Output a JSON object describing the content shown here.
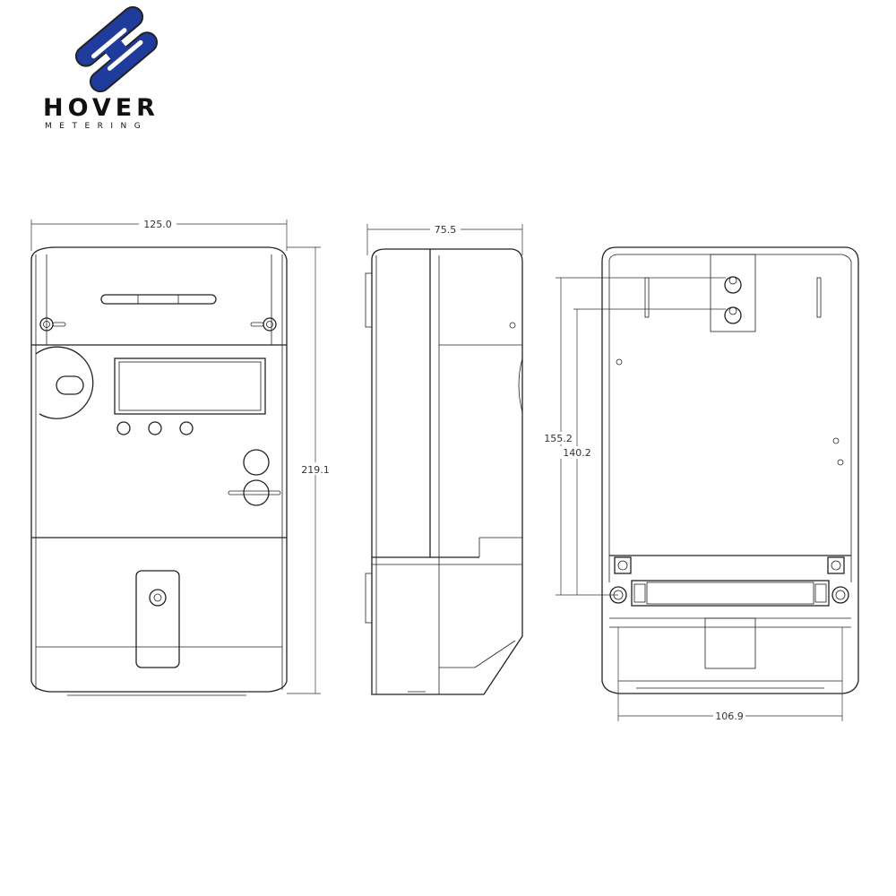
{
  "logo": {
    "brand": "HOVER",
    "tagline": "METERING",
    "colors": {
      "mark": "#1f3c9c",
      "text": "#111111",
      "accent": "#1f3c9c"
    }
  },
  "dimensions": {
    "front_width": "125.0",
    "front_height": "219.1",
    "side_depth": "75.5",
    "back_hole_span_1": "155.2",
    "back_hole_span_2": "140.2",
    "back_terminal_width": "106.9"
  }
}
